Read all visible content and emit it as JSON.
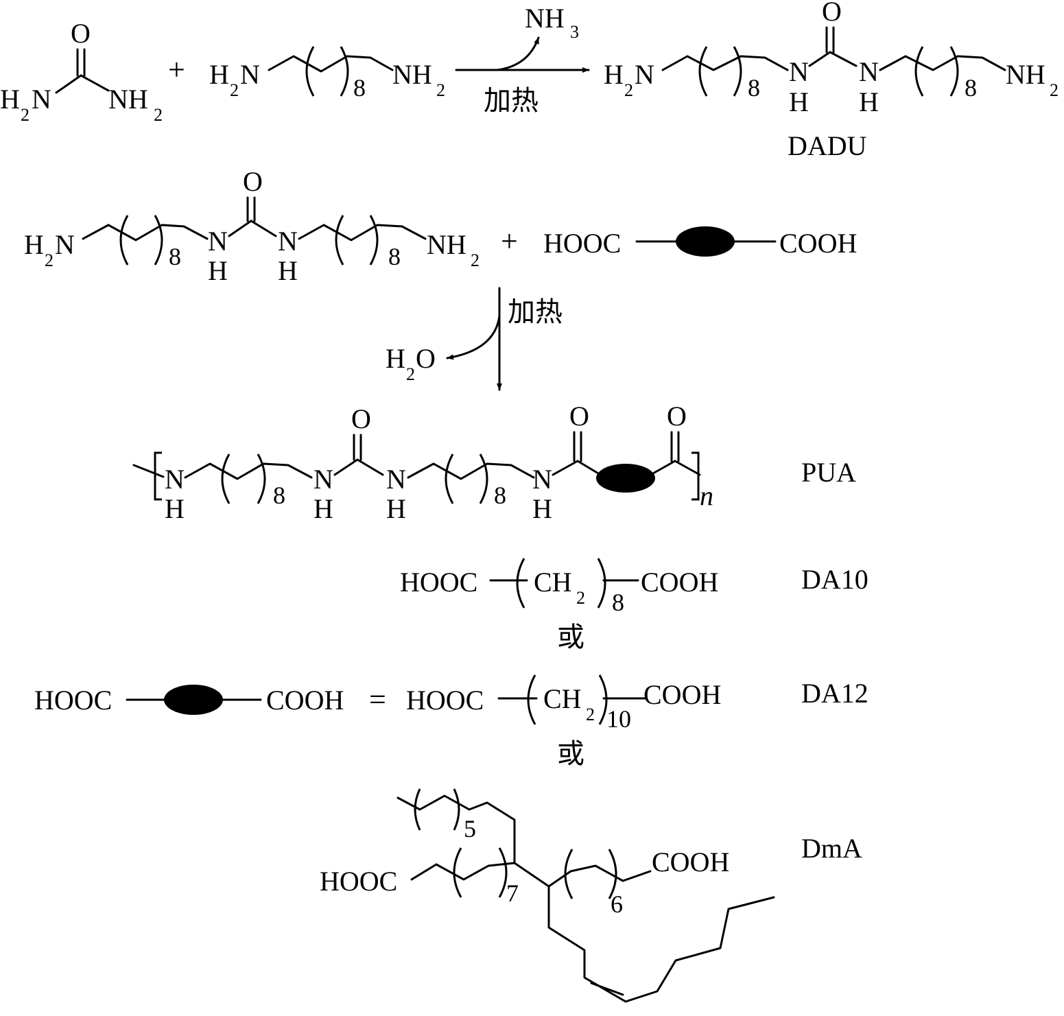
{
  "reaction1": {
    "urea": {
      "o": "O",
      "h2n_h": "H",
      "h2n_2": "2",
      "h2n_n": "N",
      "nh2_nh": "NH",
      "nh2_2": "2"
    },
    "plus": "+",
    "diamine": {
      "h2n_h": "H",
      "h2n_2": "2",
      "h2n_n": "N",
      "count": "8",
      "nh2_nh": "NH",
      "nh2_2": "2"
    },
    "byproduct": {
      "nh": "NH",
      "sub": "3"
    },
    "condition": "加热",
    "product": {
      "h2n_h": "H",
      "h2n_2": "2",
      "h2n_n": "N",
      "count_left": "8",
      "n1": "N",
      "h1": "H",
      "o": "O",
      "n2": "N",
      "h2": "H",
      "count_right": "8",
      "nh2_nh": "NH",
      "nh2_2": "2"
    },
    "product_label": "DADU"
  },
  "reaction2": {
    "dadu": {
      "h2n_h": "H",
      "h2n_2": "2",
      "h2n_n": "N",
      "count_left": "8",
      "n1": "N",
      "h1": "H",
      "o": "O",
      "n2": "N",
      "h2": "H",
      "count_right": "8",
      "nh2_nh": "NH",
      "nh2_2": "2"
    },
    "plus": "+",
    "diacid": {
      "left": "HOOC",
      "right": "COOH"
    },
    "condition": "加热",
    "byproduct": {
      "h": "H",
      "sub": "2",
      "o": "O"
    }
  },
  "polymer": {
    "n1": "N",
    "h1": "H",
    "count1": "8",
    "n2": "N",
    "h2": "H",
    "o1": "O",
    "n3": "N",
    "h3": "H",
    "count2": "8",
    "n4": "N",
    "h4": "H",
    "o2": "O",
    "o3": "O",
    "repeat": "n",
    "label": "PUA"
  },
  "acids": {
    "da10": {
      "left": "HOOC",
      "ch": "CH",
      "sub": "2",
      "count": "8",
      "right": "COOH",
      "label": "DA10"
    },
    "or1": "或",
    "da12": {
      "sym_left": "HOOC",
      "sym_right": "COOH",
      "equals": "=",
      "left": "HOOC",
      "ch": "CH",
      "sub": "2",
      "count": "10",
      "right": "COOH",
      "label": "DA12"
    },
    "or2": "或",
    "dma": {
      "left": "HOOC",
      "right": "COOH",
      "count_top": "5",
      "count_left": "7",
      "count_right": "6",
      "label": "DmA"
    }
  }
}
